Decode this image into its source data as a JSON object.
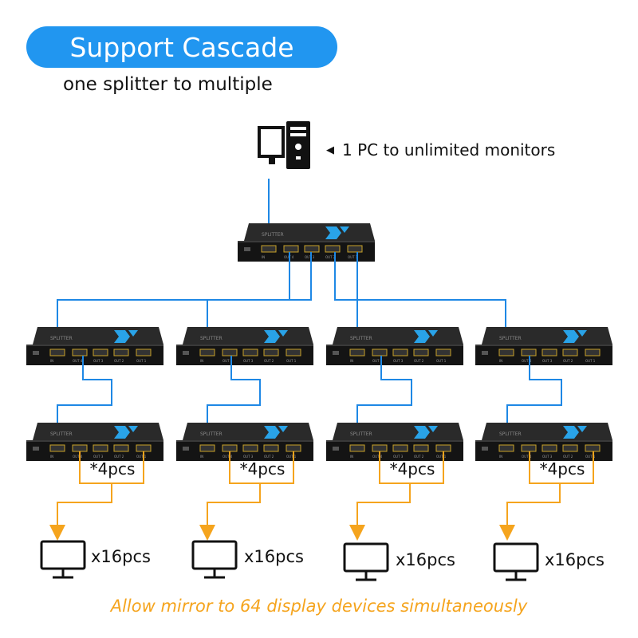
{
  "header": {
    "title": "Support Cascade",
    "subtitle": "one splitter to multiple"
  },
  "source": {
    "label": "1 PC to unlimited monitors"
  },
  "splitter_icons": {
    "device": "hdmi-splitter-icon",
    "pc": "desktop-pc-icon",
    "monitor": "monitor-icon"
  },
  "columns": [
    {
      "multiplier": "*4pcs",
      "monitor_count": "x16pcs"
    },
    {
      "multiplier": "*4pcs",
      "monitor_count": "x16pcs"
    },
    {
      "multiplier": "*4pcs",
      "monitor_count": "x16pcs"
    },
    {
      "multiplier": "*4pcs",
      "monitor_count": "x16pcs"
    }
  ],
  "footer": "Allow mirror to 64 display devices simultaneously",
  "colors": {
    "accent_blue": "#2196f0",
    "link_blue": "#1e88e5",
    "orange": "#f5a41d",
    "device": "#1a1a1a"
  }
}
